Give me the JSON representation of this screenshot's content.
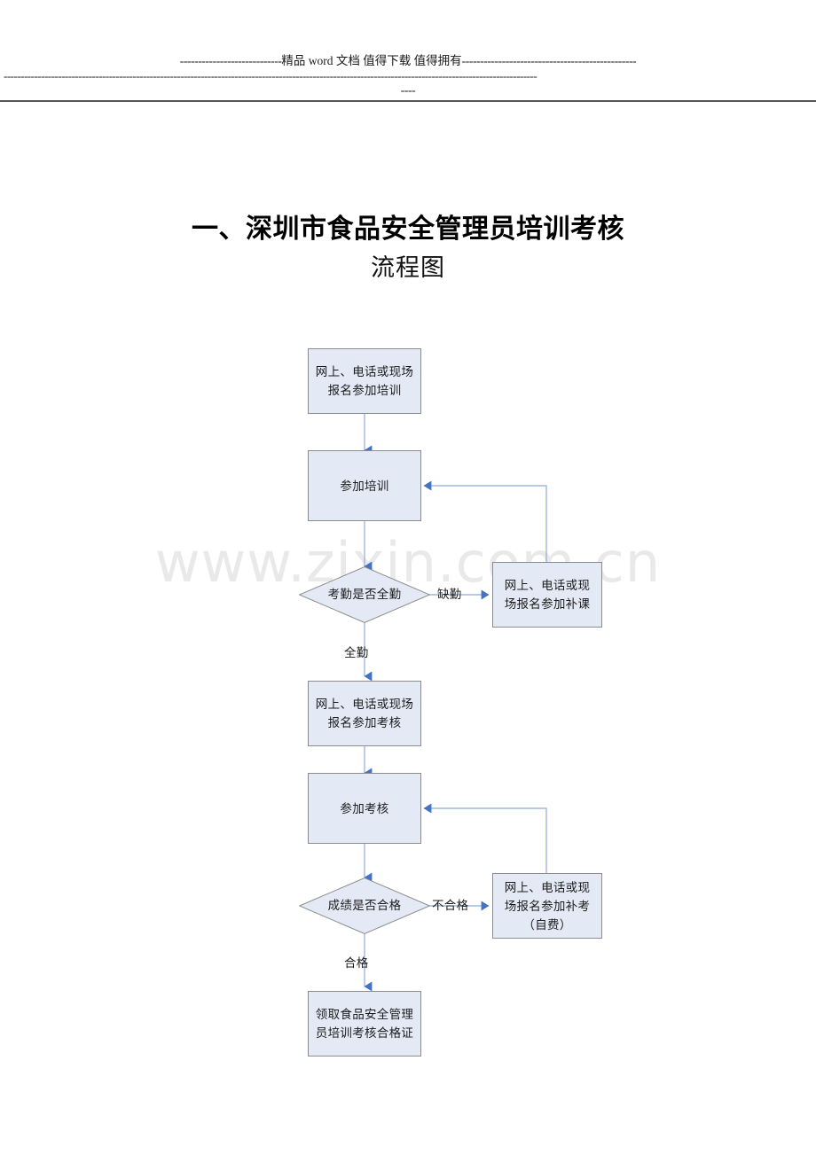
{
  "header": {
    "line1_left_dashes": "----------------------------",
    "line1_text": "精品 word 文档 值得下载 值得拥有",
    "line1_right_dashes": "------------------------------------------------",
    "line2_dashes": "-------------------------------------------------------------------------------------------------------------------------------------------------------------",
    "line3_dashes": "----"
  },
  "title": {
    "line1": "一、深圳市食品安全管理员培训考核",
    "line2": "流程图"
  },
  "watermark": {
    "text": "www.zixin.com.cn"
  },
  "flowchart": {
    "nodes": [
      {
        "id": "n1",
        "shape": "box",
        "text": "网上、电话或现场报名参加培训"
      },
      {
        "id": "n2",
        "shape": "box",
        "text": "参加培训"
      },
      {
        "id": "n3",
        "shape": "diamond",
        "text": "考勤是否全勤"
      },
      {
        "id": "n4",
        "shape": "box",
        "text": "网上、电话或现场报名参加补课"
      },
      {
        "id": "n5",
        "shape": "box",
        "text": "网上、电话或现场报名参加考核"
      },
      {
        "id": "n6",
        "shape": "box",
        "text": "参加考核"
      },
      {
        "id": "n7",
        "shape": "diamond",
        "text": "成绩是否合格"
      },
      {
        "id": "n8",
        "shape": "box",
        "text": "网上、电话或现场报名参加补考（自费）"
      },
      {
        "id": "n9",
        "shape": "box",
        "text": "领取食品安全管理员培训考核合格证"
      }
    ],
    "edge_labels": [
      {
        "id": "e1",
        "text": "缺勤"
      },
      {
        "id": "e2",
        "text": "全勤"
      },
      {
        "id": "e3",
        "text": "不合格"
      },
      {
        "id": "e4",
        "text": "合格"
      }
    ],
    "colors": {
      "node_fill": "#e3eaf5",
      "node_border": "#8c8c8c",
      "connector": "#8faadc",
      "arrowhead": "#4472c4"
    }
  }
}
